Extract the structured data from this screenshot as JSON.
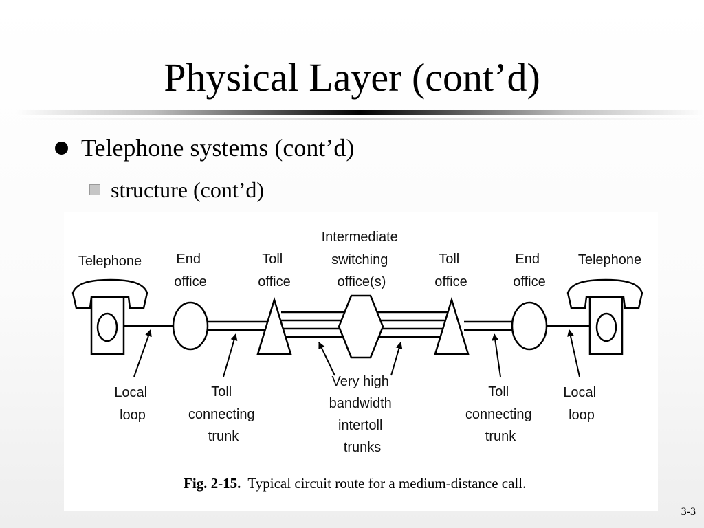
{
  "slide": {
    "title": "Physical Layer (cont’d)",
    "bullet": "Telephone systems (cont’d)",
    "subbullet": "structure (cont’d)",
    "page_number": "3-3"
  },
  "figure": {
    "top_labels": {
      "telephone_left": "Telephone",
      "end_office_left": [
        "End",
        "office"
      ],
      "toll_office_left": [
        "Toll",
        "office"
      ],
      "intermediate": [
        "Intermediate",
        "switching",
        "office(s)"
      ],
      "toll_office_right": [
        "Toll",
        "office"
      ],
      "end_office_right": [
        "End",
        "office"
      ],
      "telephone_right": "Telephone"
    },
    "bottom_labels": {
      "local_loop_left": [
        "Local",
        "loop"
      ],
      "toll_trunk_left": [
        "Toll",
        "connecting",
        "trunk"
      ],
      "intertoll": [
        "Very high",
        "bandwidth",
        "intertoll",
        "trunks"
      ],
      "toll_trunk_right": [
        "Toll",
        "connecting",
        "trunk"
      ],
      "local_loop_right": [
        "Local",
        "loop"
      ]
    },
    "caption_bold": "Fig.  2-15.",
    "caption_text": "Typical circuit route for a medium-distance call."
  }
}
